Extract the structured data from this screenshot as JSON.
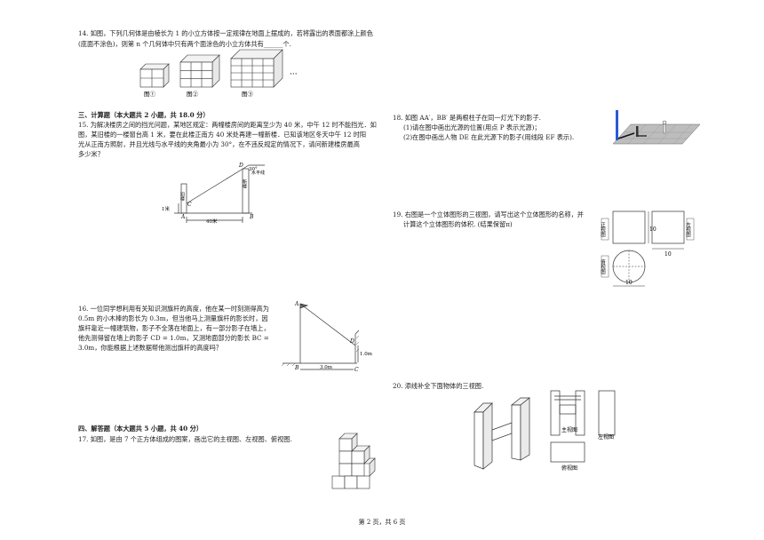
{
  "q14": {
    "line1": "14.  如图，下列几何体是由棱长为 1 的小立方体按一定规律在地面上摆成的，若将露出的表面都涂上颜色",
    "line2": "(底面不涂色)，则第 n 个几何体中只有两个面涂色的小立方体共有______个.",
    "labels": [
      "图①",
      "图②",
      "图③"
    ],
    "ellipsis": "···"
  },
  "sec3": {
    "title": "三、计算题（本大题共 2 小题，共 18.0 分）"
  },
  "q15": {
    "lines": [
      "15.  为解决楼房之间的挡光问题，某地区规定：两幢楼房间的距离至少为 40 米，中午 12 时不能挡光．如",
      "图，某旧楼的一楼窗台高 1 米，要在此楼正南方 40 米处再建一幢新楼．已知该地区冬天中午 12 时阳",
      "光从正南方照射，并且光线与水平线的夹角最小为 30°，在不违反规定的情况下，请问新建楼房最高",
      "多少米？"
    ],
    "fig": {
      "old": "旧楼",
      "new": "新楼",
      "horizontal": "水平线",
      "angle": "30°",
      "dist": "40米",
      "h1": "1米",
      "A": "A",
      "B": "B",
      "C": "C",
      "D": "D"
    }
  },
  "q16": {
    "lines": [
      "16.  一位同学想利用有关知识测旗杆的高度，他在某一时刻测得高为",
      "0.5m 的小木棒的影长为 0.3m，但当他马上测量旗杆的影长时，因",
      "旗杆靠近一幢建筑物，影子不全落在地面上，有一部分影子在墙上，",
      "他先测得留在墙上的影子 CD = 1.0m，又测地面部分的影长 BC =",
      "3.0m，你能根据上述数据帮他测出旗杆的高度吗？"
    ],
    "fig": {
      "A": "A",
      "B": "B",
      "C": "C",
      "D": "D",
      "cd": "1.0m",
      "bc": "3.0m"
    }
  },
  "sec4": {
    "title": "四、解答题（本大题共 5 小题，共 40 分）"
  },
  "q17": {
    "line1": "17.  如图，是由 7 个正方体组成的图案，画出它的主视图、左视图、俯视图."
  },
  "q18": {
    "line1": "18.  如图 AA′，BB′ 是两根柱子在同一灯光下的影子.",
    "line2": "(1)请在图中画出光源的位置(用点 P 表示光源)；",
    "line3": "(2)在图中画出人物 DE 在此光源下的影子(用线段 EF 表示)."
  },
  "q19": {
    "line1": "19.  右图是一个立体图形的三视图，请写出这个立体图形的名称，并",
    "line2": "计算这个立体图形的体积. (结果保留π)",
    "fig": {
      "front": "正视图",
      "side": "左视图",
      "top": "俯视图",
      "ten": "10"
    }
  },
  "q20": {
    "line1": "20.  添线补全下面物体的三视图.",
    "fig": {
      "front": "主视图",
      "side": "左视图",
      "top": "俯视图"
    }
  },
  "footer": {
    "page": "第 2 页，共 6 页"
  }
}
